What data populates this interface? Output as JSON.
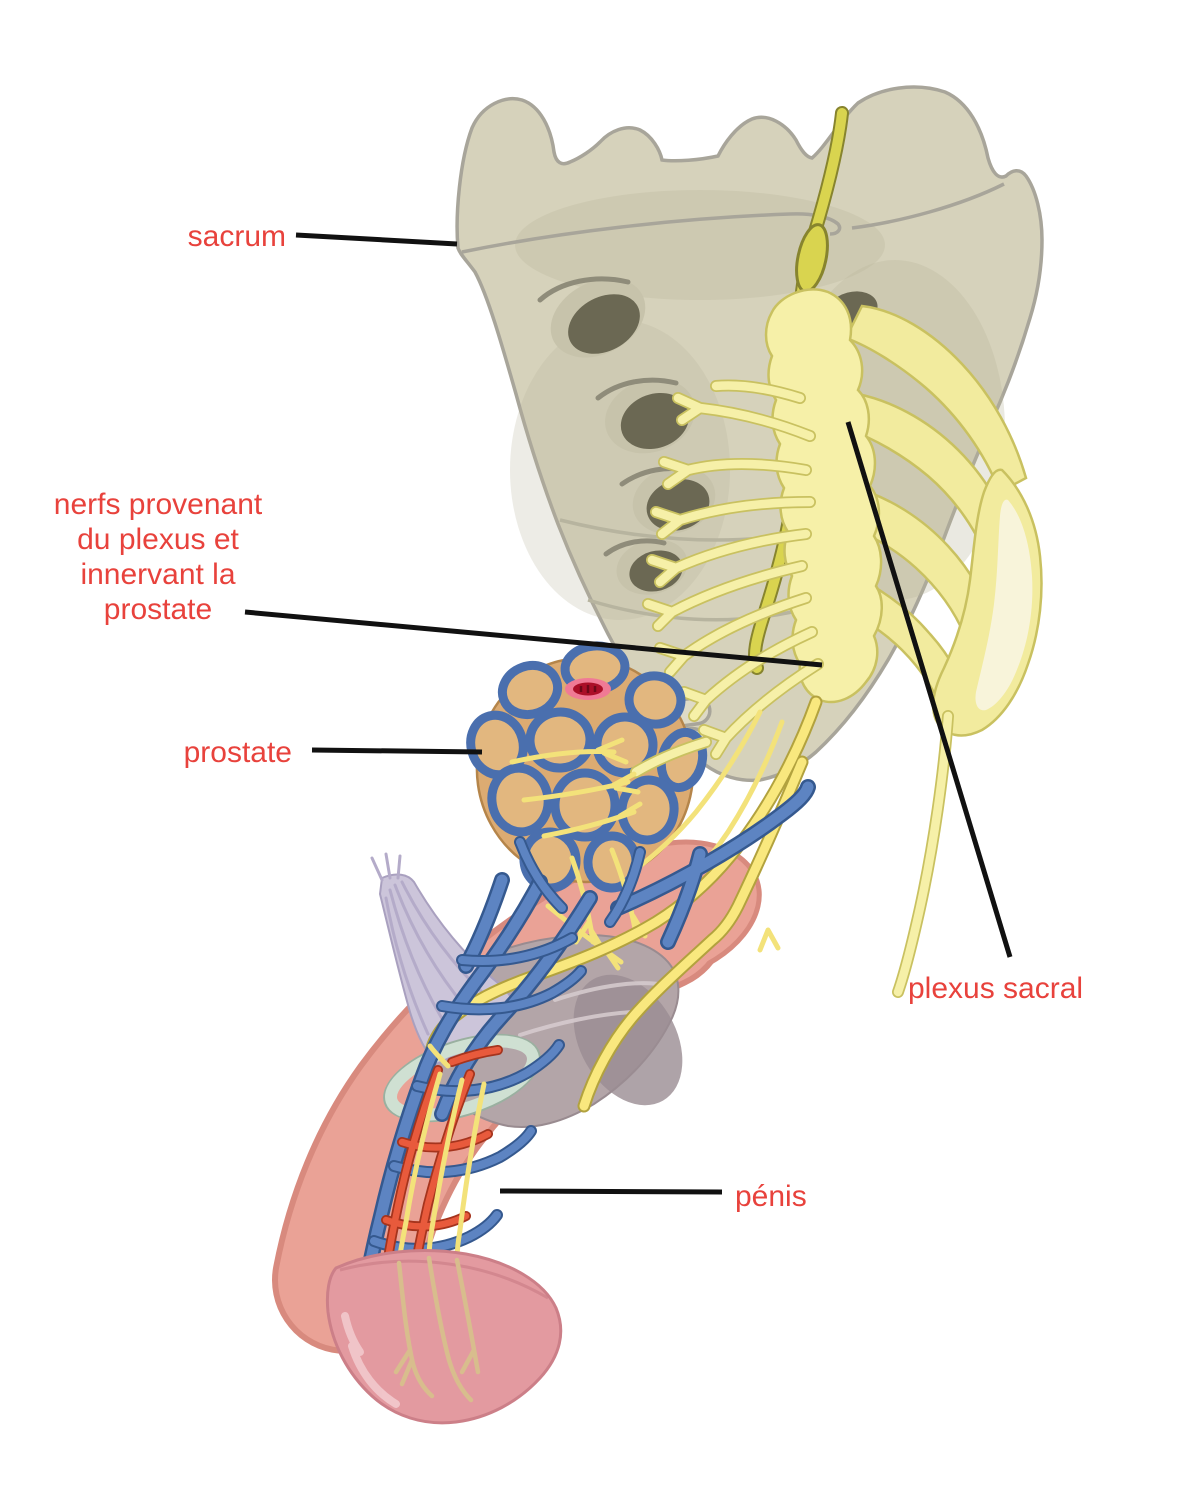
{
  "figure": {
    "type": "anatomical-diagram",
    "language": "fr",
    "labels": {
      "sacrum": {
        "text": "sacrum"
      },
      "nerves": {
        "lines": [
          "nerfs provenant",
          "du plexus et",
          "innervant la",
          "prostate"
        ]
      },
      "prostate": {
        "text": "prostate"
      },
      "plexus": {
        "text": "plexus sacral"
      },
      "penis": {
        "text": "pénis"
      }
    },
    "colors": {
      "background": "#ffffff",
      "label_text": "#e8423c",
      "leader_line": "#111111",
      "bone": "#d6d2bb",
      "bone_outline": "#a8a59a",
      "bone_shadow": "#b9b59c",
      "foramen": "#6b6853",
      "foramen_rim": "#c7c3ab",
      "sympathetic_chain": "#d9d44f",
      "sympathetic_outline": "#87842e",
      "nerve_pale": "#f6f0a8",
      "nerve_pale_outline": "#c9c160",
      "nerve_sheet": "#f2eb9e",
      "nerve_sheet_inner": "#f8f4da",
      "nerve_cord": "#f9e87e",
      "nerve_cord_outline": "#b2a23e",
      "nerve_thin": "#f3e27a",
      "prostate_fill": "#dcab72",
      "prostate_lobule": "#e2b77f",
      "prostate_outline": "#b5854a",
      "prostate_net": "#4a6fae",
      "urethra_ring": "#f07a95",
      "urethra_core": "#ab0f28",
      "vein": "#5d84c2",
      "vein_outline": "#35598f",
      "artery": "#e85a3c",
      "artery_outline": "#a5341d",
      "penis_body": "#eaa296",
      "penis_body_edge": "#d88a7e",
      "shaft_gray": "#b3a5a8",
      "shaft_gray_dark": "#9a8c92",
      "ligament": "#ccc5da",
      "ligament_strand": "#b4abc9",
      "fascia_band": "#cfe0d2",
      "fascia_band_edge": "#9ab0a0",
      "glans": "#e39aa0",
      "glans_edge": "#cc7f88",
      "glans_nerve": "#d8bd8d"
    }
  }
}
